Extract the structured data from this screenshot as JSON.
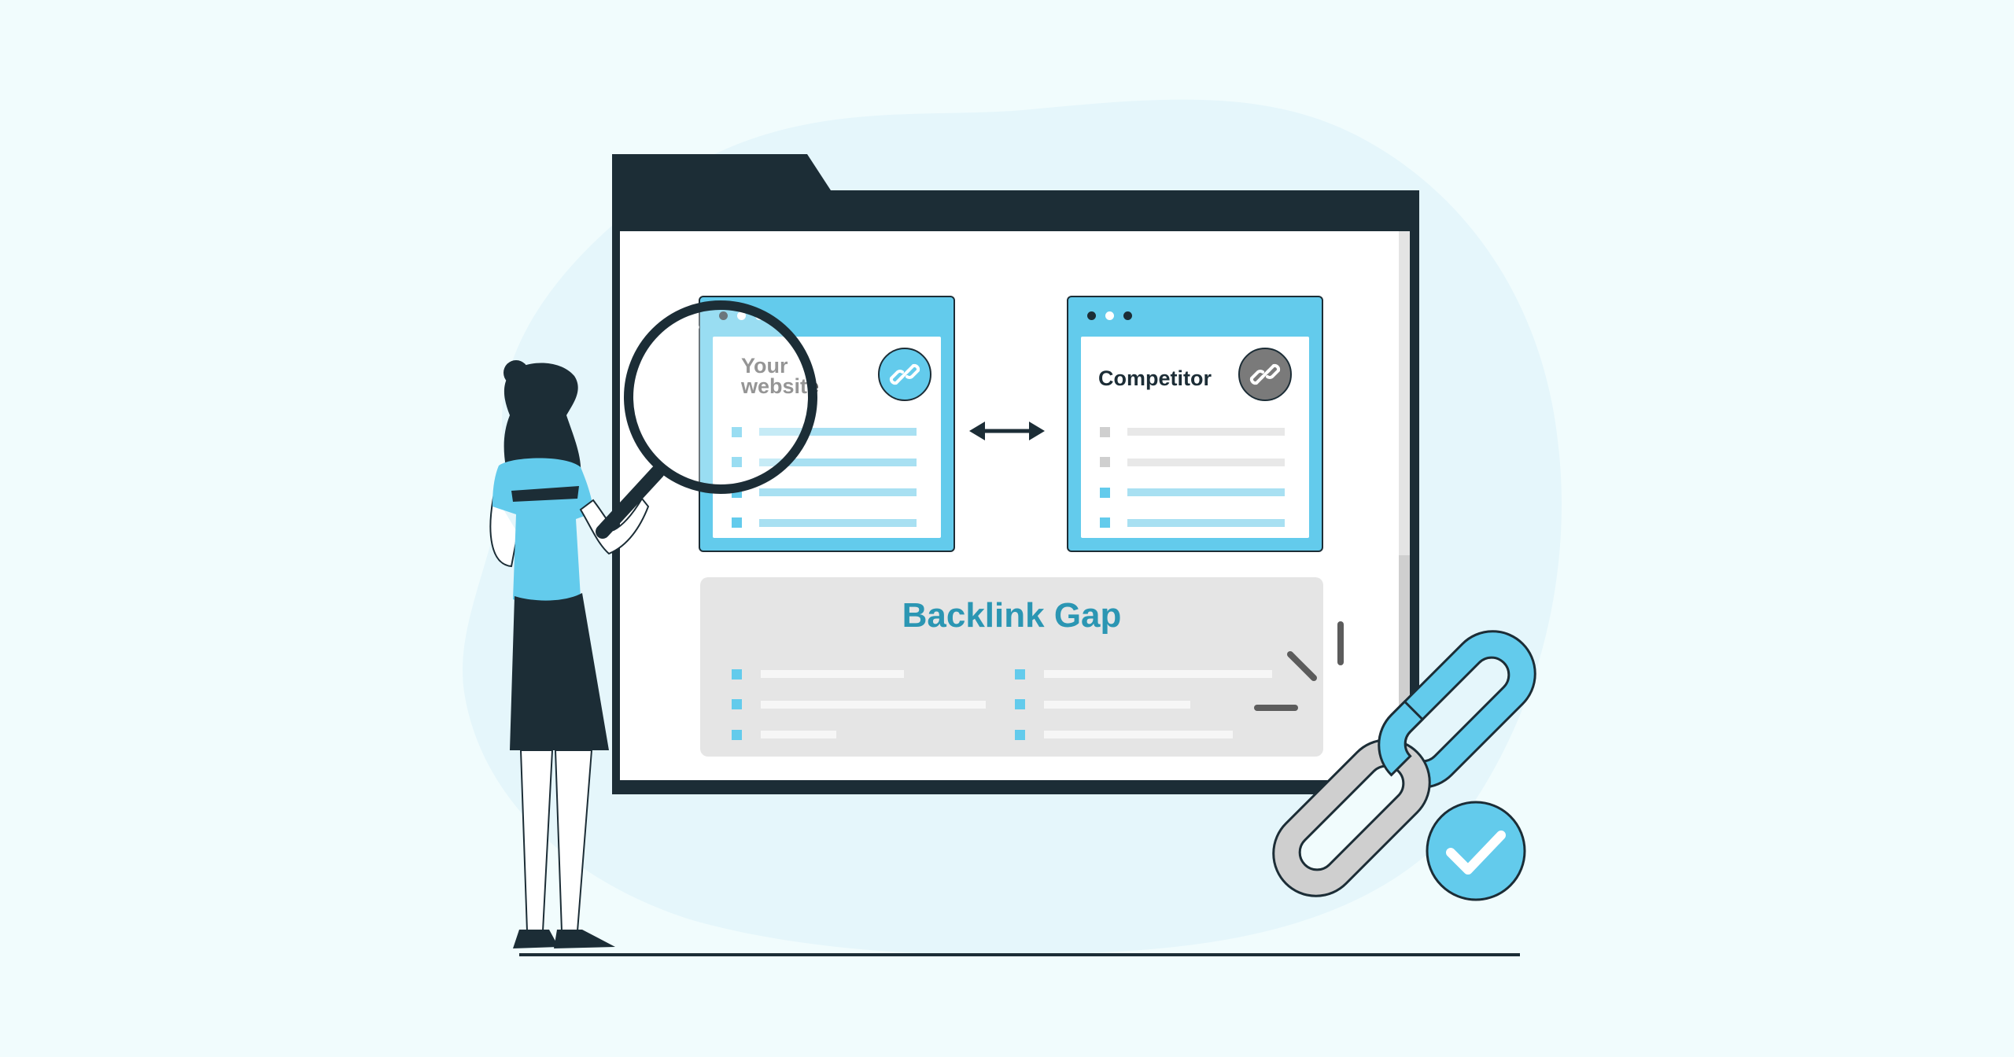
{
  "your_site_card": {
    "title_line1": "Your",
    "title_line2": "website",
    "icon": "chain-link-icon",
    "badge_color": "#63cbec"
  },
  "competitor_card": {
    "title": "Competitor",
    "icon": "chain-link-icon",
    "badge_color": "#7a7a7a"
  },
  "gap_panel": {
    "title": "Backlink Gap",
    "title_color": "#2b96b3"
  },
  "colors": {
    "background": "#f1fcfd",
    "blob": "#e5f6fb",
    "dark": "#1c2d36",
    "accent": "#63cbec",
    "gray": "#cfcfcf"
  }
}
